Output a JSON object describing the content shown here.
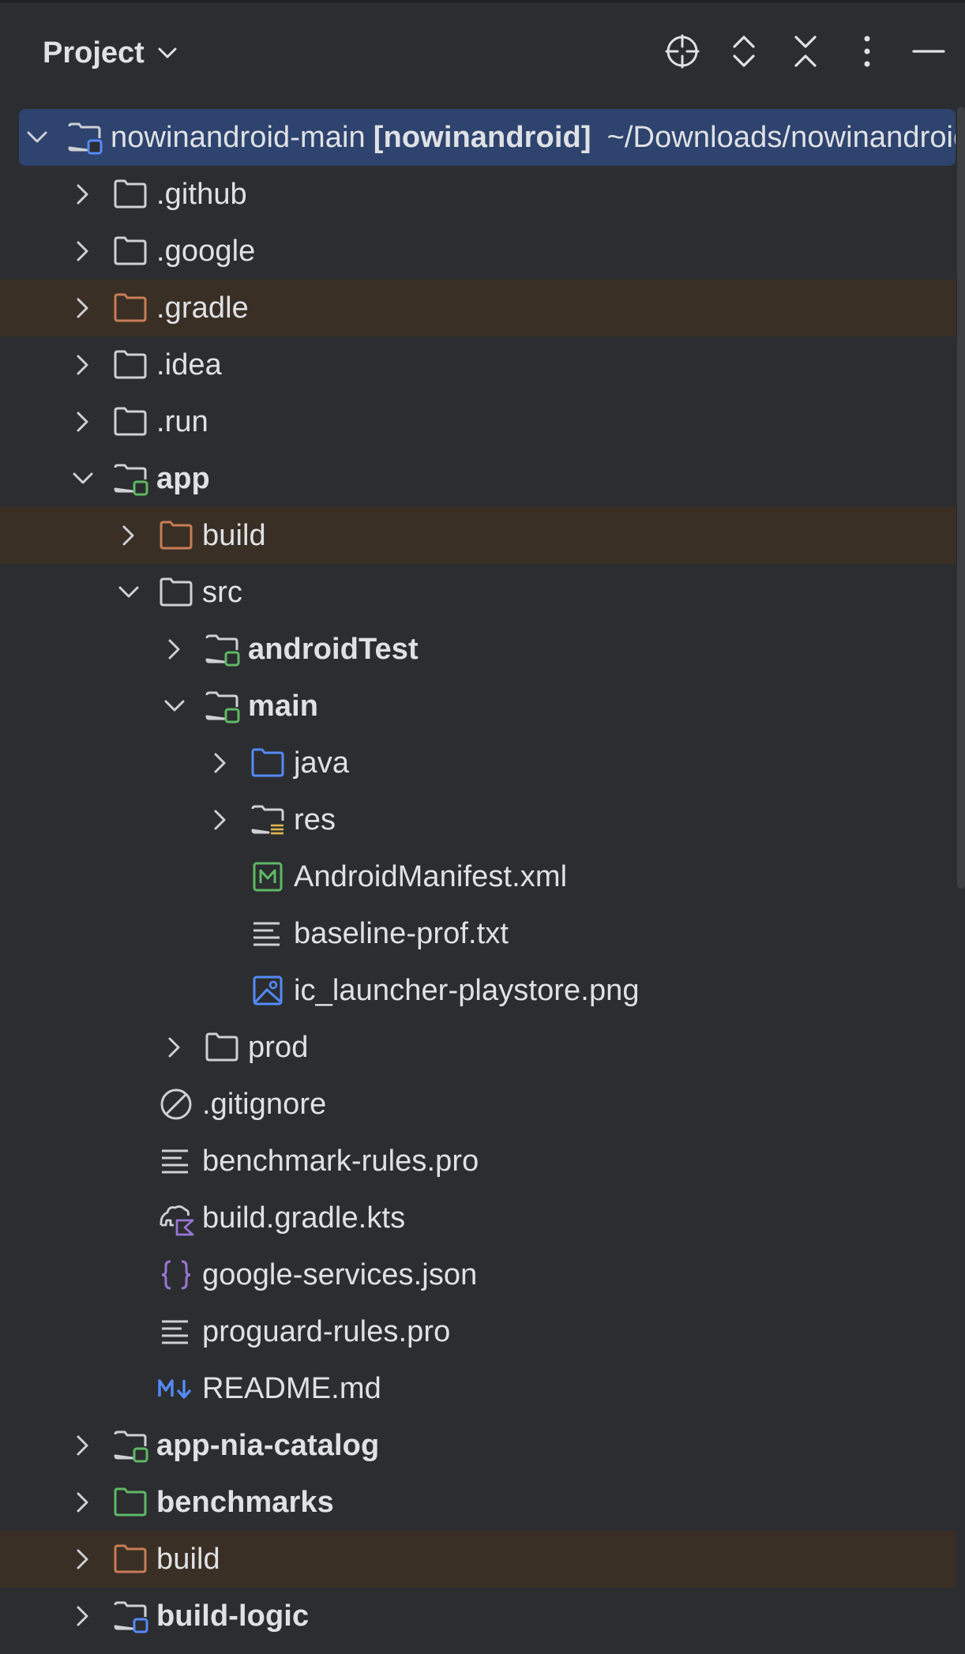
{
  "panel": {
    "title": "Project",
    "actions": [
      {
        "name": "locate-icon"
      },
      {
        "name": "expand-collapse-icon"
      },
      {
        "name": "collapse-all-icon"
      },
      {
        "name": "more-options-icon"
      },
      {
        "name": "hide-panel-icon"
      }
    ]
  },
  "colors": {
    "background": "#2b2d30",
    "selected_row": "#2e436e",
    "excluded_row": "#3a2f25",
    "text": "#dfe1e5",
    "folder_excluded": "#c77d55",
    "folder_source": "#548af7",
    "module_badge_green": "#5fb865",
    "module_badge_blue": "#548af7",
    "json_purple": "#9876d3"
  },
  "tree": [
    {
      "label": "nowinandroid-main",
      "bold_suffix": "[nowinandroid]",
      "path": "~/Downloads/nowinandroid-main",
      "icon": "module-folder-blue-icon",
      "expanded": true,
      "depth": 0,
      "selected": true
    },
    {
      "label": ".github",
      "icon": "folder-icon",
      "expanded": false,
      "depth": 1
    },
    {
      "label": ".google",
      "icon": "folder-icon",
      "expanded": false,
      "depth": 1
    },
    {
      "label": ".gradle",
      "icon": "excluded-folder-icon",
      "expanded": false,
      "depth": 1,
      "excluded": true
    },
    {
      "label": ".idea",
      "icon": "folder-icon",
      "expanded": false,
      "depth": 1
    },
    {
      "label": ".run",
      "icon": "folder-icon",
      "expanded": false,
      "depth": 1
    },
    {
      "label": "app",
      "icon": "module-folder-green-icon",
      "expanded": true,
      "depth": 1,
      "bold": true
    },
    {
      "label": "build",
      "icon": "excluded-folder-icon",
      "expanded": false,
      "depth": 2,
      "excluded": true
    },
    {
      "label": "src",
      "icon": "folder-icon",
      "expanded": true,
      "depth": 2
    },
    {
      "label": "androidTest",
      "icon": "module-folder-green-icon",
      "expanded": false,
      "depth": 3,
      "bold": true
    },
    {
      "label": "main",
      "icon": "module-folder-green-icon",
      "expanded": true,
      "depth": 3,
      "bold": true
    },
    {
      "label": "java",
      "icon": "source-folder-icon",
      "expanded": false,
      "depth": 4
    },
    {
      "label": "res",
      "icon": "resource-folder-icon",
      "expanded": false,
      "depth": 4
    },
    {
      "label": "AndroidManifest.xml",
      "icon": "manifest-file-icon",
      "depth": 4,
      "leaf": true
    },
    {
      "label": "baseline-prof.txt",
      "icon": "text-file-icon",
      "depth": 4,
      "leaf": true
    },
    {
      "label": "ic_launcher-playstore.png",
      "icon": "image-file-icon",
      "depth": 4,
      "leaf": true
    },
    {
      "label": "prod",
      "icon": "folder-icon",
      "expanded": false,
      "depth": 3
    },
    {
      "label": ".gitignore",
      "icon": "ignore-file-icon",
      "depth": 2,
      "leaf": true
    },
    {
      "label": "benchmark-rules.pro",
      "icon": "text-file-icon",
      "depth": 2,
      "leaf": true
    },
    {
      "label": "build.gradle.kts",
      "icon": "gradle-kotlin-file-icon",
      "depth": 2,
      "leaf": true
    },
    {
      "label": "google-services.json",
      "icon": "json-file-icon",
      "depth": 2,
      "leaf": true
    },
    {
      "label": "proguard-rules.pro",
      "icon": "text-file-icon",
      "depth": 2,
      "leaf": true
    },
    {
      "label": "README.md",
      "icon": "markdown-file-icon",
      "depth": 2,
      "leaf": true
    },
    {
      "label": "app-nia-catalog",
      "icon": "module-folder-green-icon",
      "expanded": false,
      "depth": 1,
      "bold": true
    },
    {
      "label": "benchmarks",
      "icon": "test-module-folder-icon",
      "expanded": false,
      "depth": 1,
      "bold": true
    },
    {
      "label": "build",
      "icon": "excluded-folder-icon",
      "expanded": false,
      "depth": 1,
      "excluded": true
    },
    {
      "label": "build-logic",
      "icon": "module-folder-blue-icon",
      "expanded": false,
      "depth": 1,
      "bold": true
    }
  ]
}
